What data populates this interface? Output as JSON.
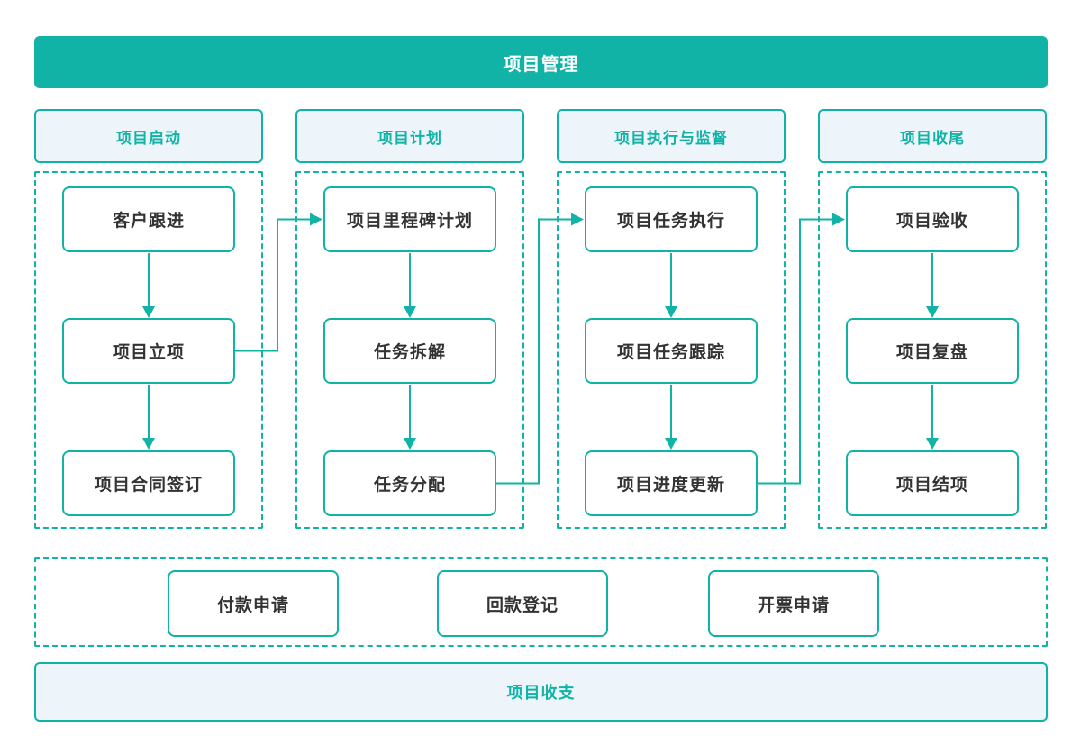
{
  "colors": {
    "teal": "#10b3a5",
    "light_fill": "#edf5fb",
    "node_text": "#333333",
    "white": "#ffffff"
  },
  "banner": {
    "title": "项目管理"
  },
  "columns": [
    {
      "header": "项目启动",
      "nodes": [
        "客户跟进",
        "项目立项",
        "项目合同签订"
      ]
    },
    {
      "header": "项目计划",
      "nodes": [
        "项目里程碑计划",
        "任务拆解",
        "任务分配"
      ]
    },
    {
      "header": "项目执行与监督",
      "nodes": [
        "项目任务执行",
        "项目任务跟踪",
        "项目进度更新"
      ]
    },
    {
      "header": "项目收尾",
      "nodes": [
        "项目验收",
        "项目复盘",
        "项目结项"
      ]
    }
  ],
  "finance_row": {
    "nodes": [
      "付款申请",
      "回款登记",
      "开票申请"
    ]
  },
  "footer": {
    "title": "项目收支"
  },
  "edges": [
    {
      "from": "客户跟进",
      "to": "项目立项"
    },
    {
      "from": "项目立项",
      "to": "项目合同签订"
    },
    {
      "from": "项目立项",
      "to": "项目里程碑计划"
    },
    {
      "from": "项目里程碑计划",
      "to": "任务拆解"
    },
    {
      "from": "任务拆解",
      "to": "任务分配"
    },
    {
      "from": "任务分配",
      "to": "项目任务执行"
    },
    {
      "from": "项目任务执行",
      "to": "项目任务跟踪"
    },
    {
      "from": "项目任务跟踪",
      "to": "项目进度更新"
    },
    {
      "from": "项目进度更新",
      "to": "项目验收"
    },
    {
      "from": "项目验收",
      "to": "项目复盘"
    },
    {
      "from": "项目复盘",
      "to": "项目结项"
    }
  ]
}
